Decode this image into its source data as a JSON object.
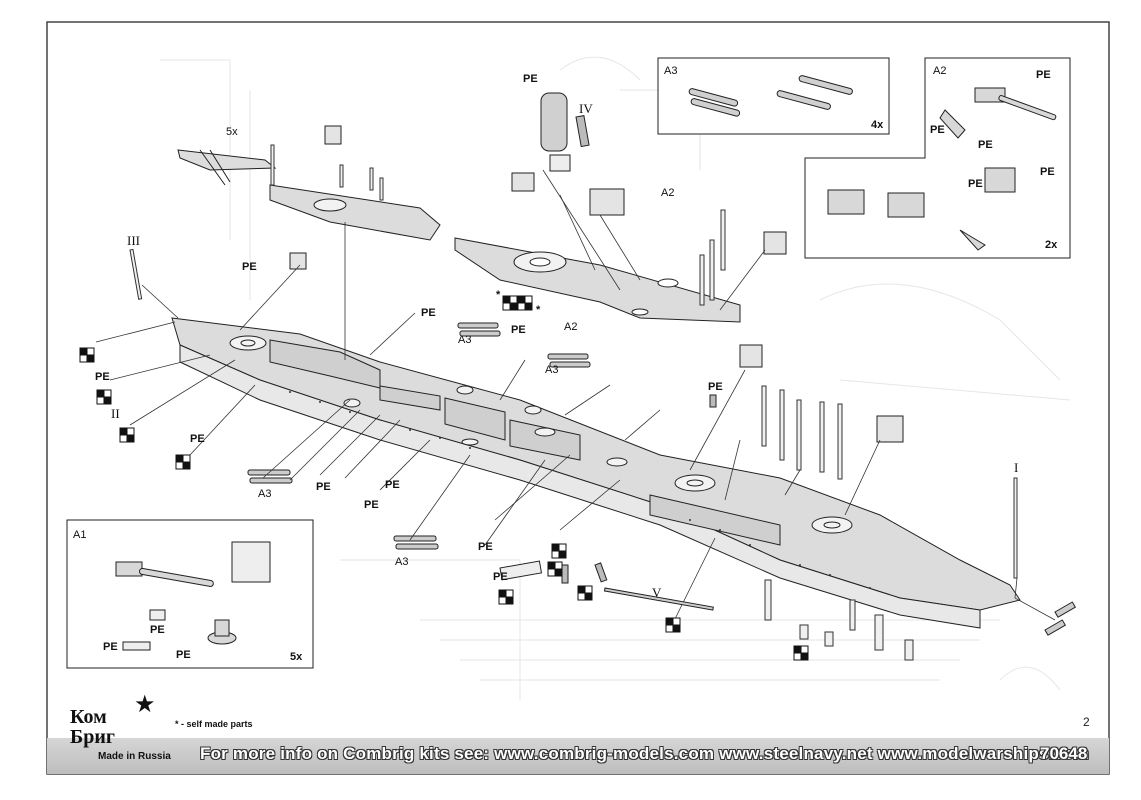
{
  "page": {
    "number": "2",
    "code": "70648"
  },
  "footer": {
    "info": "For more info on Combrig kits see: www.combrig-models.com www.steelnavy.net  www.modelwarships.com"
  },
  "legend": {
    "self_made": "- self made parts",
    "asterisk": "*"
  },
  "logo": {
    "line1": "Ком",
    "line2": "Бриг",
    "made_in": "Made in Russia",
    "star_text": "★"
  },
  "insets": {
    "a1": {
      "title": "A1",
      "count": "5x",
      "pe_labels": [
        "PE",
        "PE",
        "PE"
      ]
    },
    "a2": {
      "title": "A2",
      "count": "2x",
      "pe_labels": [
        "PE",
        "PE",
        "PE",
        "PE",
        "PE"
      ]
    },
    "a3": {
      "title": "A3",
      "count": "4x"
    }
  },
  "callouts": {
    "five_x": "5x",
    "iii": "III",
    "ii": "II",
    "iv": "IV",
    "v": "V",
    "i": "I",
    "a2": "A2",
    "a3": "A3",
    "pe": "PE",
    "star": "*"
  },
  "colors": {
    "line": "#333333",
    "fill_gray": "#d9d9d9",
    "footer_bar": "#c8c8c8"
  }
}
